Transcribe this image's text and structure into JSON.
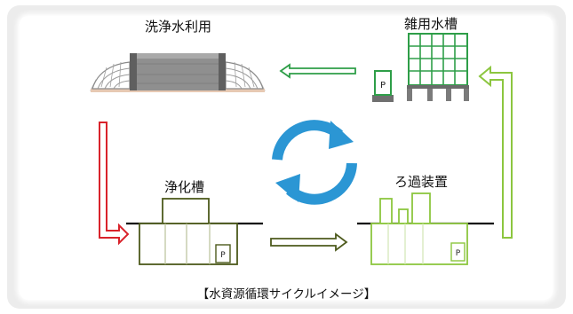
{
  "labels": {
    "wash_water_use": "洗浄水利用",
    "misc_water_tank": "雑用水槽",
    "septic_tank": "浄化槽",
    "filtration_device": "ろ過装置",
    "pump_letter": "P"
  },
  "caption": "【水資源循環サイクルイメージ】",
  "colors": {
    "red_arrow": "#d9232b",
    "dark_olive": "#4d5a1c",
    "light_green": "#8cc63f",
    "green": "#2e9e48",
    "blue_cycle": "#2b96d4",
    "stadium_gray": "#8a8a8a"
  }
}
